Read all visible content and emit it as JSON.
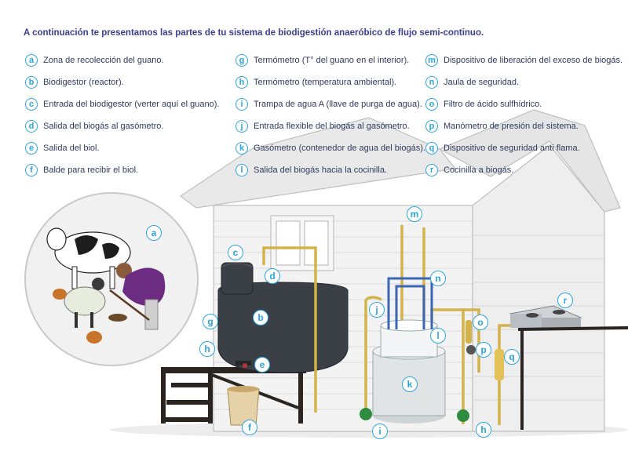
{
  "title": "A continuación te presentamos las partes de tu sistema de biodigestión anaeróbico de flujo semi-continuo.",
  "legend": [
    {
      "letter": "a",
      "text": "Zona de recolección del guano."
    },
    {
      "letter": "b",
      "text": "Biodigestor (reactor)."
    },
    {
      "letter": "c",
      "text": "Entrada del biodigestor (verter aquí el guano)."
    },
    {
      "letter": "d",
      "text": "Salida del biogás al gasómetro."
    },
    {
      "letter": "e",
      "text": "Salida del biol."
    },
    {
      "letter": "f",
      "text": "Balde para recibir el biol."
    },
    {
      "letter": "g",
      "text": "Termómetro (T° del guano en el interior)."
    },
    {
      "letter": "h",
      "text": "Termómetro (temperatura ambiental)."
    },
    {
      "letter": "i",
      "text": "Trampa de agua A (llave de purga de agua)."
    },
    {
      "letter": "j",
      "text": "Entrada flexible del biogás al gasómetro."
    },
    {
      "letter": "k",
      "text": "Gasómetro (contenedor de agua del biogás)."
    },
    {
      "letter": "l",
      "text": "Salida del biogás hacia la cocinilla."
    },
    {
      "letter": "m",
      "text": "Dispositivo de liberación del exceso de biogás."
    },
    {
      "letter": "n",
      "text": "Jaula de seguridad."
    },
    {
      "letter": "o",
      "text": "Filtro de ácido sulfhídrico."
    },
    {
      "letter": "p",
      "text": "Manómetro de presión del sistema."
    },
    {
      "letter": "q",
      "text": "Dispositivo de seguridad anti flama."
    },
    {
      "letter": "r",
      "text": "Cocinilla a biogás."
    }
  ],
  "markers": {
    "a": "a",
    "b": "b",
    "c": "c",
    "d": "d",
    "e": "e",
    "f": "f",
    "g": "g",
    "h1": "h",
    "h2": "h",
    "i": "i",
    "j": "j",
    "k": "k",
    "l": "l",
    "m": "m",
    "n": "n",
    "o": "o",
    "p": "p",
    "q": "q",
    "r": "r"
  },
  "colors": {
    "accent": "#2aa6df",
    "title": "#3a3f8f",
    "digester": "#3b4046",
    "pipe": "#d4b24a",
    "pipe_blue": "#3a66b8",
    "wood": "#2a2520"
  }
}
